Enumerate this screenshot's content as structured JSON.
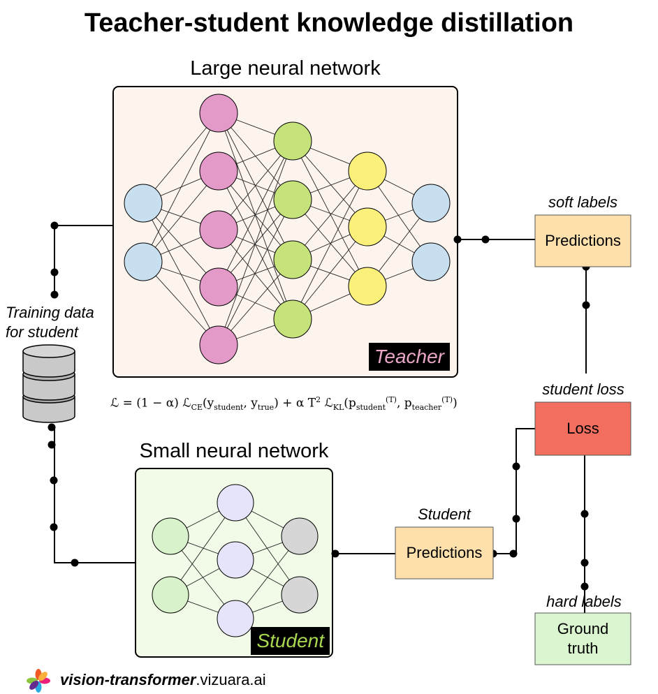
{
  "title": "Teacher-student knowledge distillation",
  "teacher": {
    "heading": "Large neural network",
    "badge": "Teacher",
    "badge_color": "#e9a6c6",
    "bg_color": "#fdf4ee",
    "layer_colors": [
      "#c8dff0",
      "#e49ac9",
      "#c6e27a",
      "#fbf07a",
      "#c8dff0"
    ],
    "layer_sizes": [
      2,
      5,
      4,
      3,
      2
    ]
  },
  "student": {
    "heading": "Small neural network",
    "badge": "Student",
    "badge_color": "#a9d84f",
    "bg_color": "#f2fbe8",
    "layer_colors": [
      "#d8f2cc",
      "#e6e4fa",
      "#d6d6d6"
    ],
    "layer_sizes": [
      2,
      3,
      2
    ]
  },
  "training_data": {
    "line1": "Training data",
    "line2": "for student",
    "icon": "database-icon"
  },
  "soft_labels": {
    "caption": "soft labels",
    "box": "Predictions",
    "color": "#fde0ac"
  },
  "student_predictions": {
    "caption": "Student",
    "box": "Predictions",
    "color": "#fde0ac"
  },
  "loss": {
    "caption": "student loss",
    "box": "Loss",
    "color": "#f26f60"
  },
  "ground_truth": {
    "caption": "hard labels",
    "line1": "Ground",
    "line2": "truth",
    "color": "#dbf5d0"
  },
  "formula": {
    "lhs": "ℒ = (1 − α) ℒ",
    "ce_sub": "CE",
    "ce_args": "(y",
    "y_student": "student",
    "comma1": ", y",
    "y_true": "true",
    "mid": ")  +  α T",
    "t_exp": "2",
    "kl": " ℒ",
    "kl_sub": "KL",
    "kl_args": "(p",
    "p_student": "student",
    "temp": "(T)",
    "comma2": ", p",
    "p_teacher": "teacher",
    "end": ")"
  },
  "footer": {
    "brand": "vision-transformer",
    "domain": ".vizuara.ai",
    "icon": "pinwheel-logo-icon"
  }
}
